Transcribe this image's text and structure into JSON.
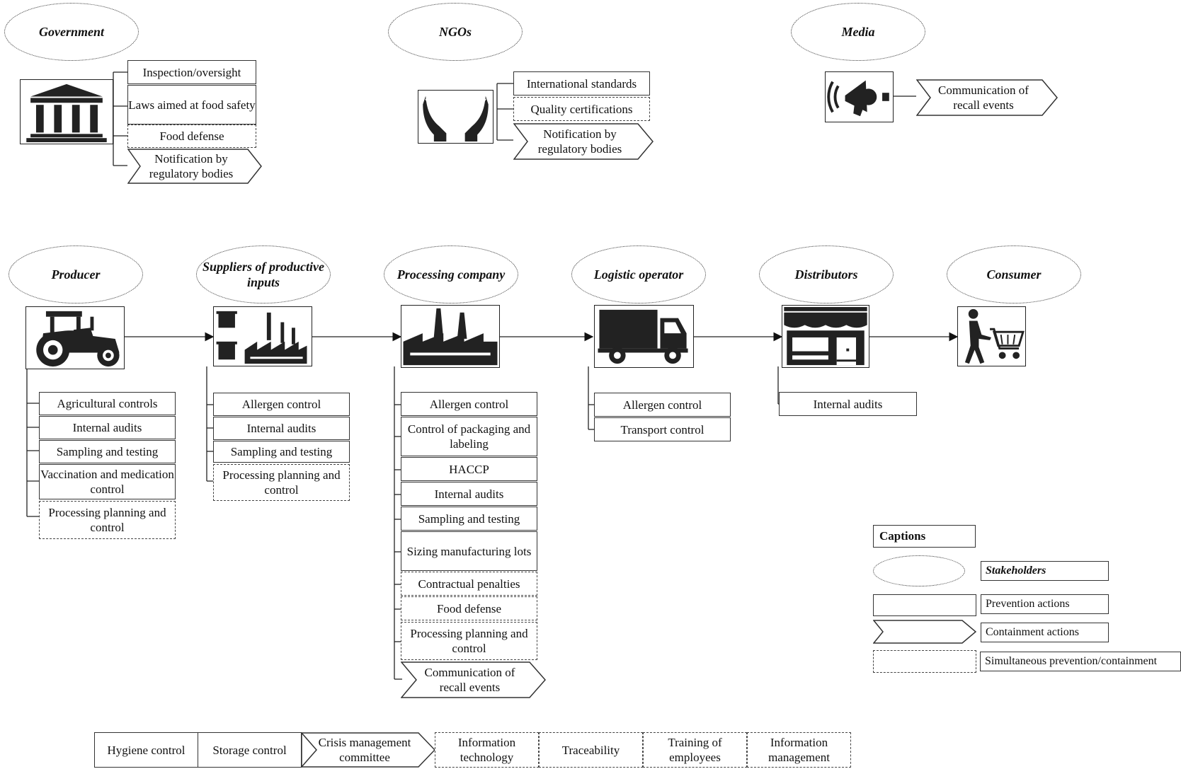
{
  "stakeholders": {
    "government": "Government",
    "ngos": "NGOs",
    "media": "Media",
    "producer": "Producer",
    "suppliers": "Suppliers of productive inputs",
    "processing": "Processing company",
    "logistic": "Logistic operator",
    "distributors": "Distributors",
    "consumer": "Consumer"
  },
  "government_actions": {
    "inspection": "Inspection/oversight",
    "laws": "Laws aimed at food safety",
    "food_defense": "Food defense",
    "notification": "Notification by regulatory bodies"
  },
  "ngo_actions": {
    "standards": "International standards",
    "certifications": "Quality certifications",
    "notification": "Notification by regulatory bodies"
  },
  "media_actions": {
    "communication": "Communication of recall events"
  },
  "producer_actions": {
    "agri": "Agricultural controls",
    "audits": "Internal audits",
    "sampling": "Sampling and testing",
    "vaccination": "Vaccination and medication control",
    "planning": "Processing planning and control"
  },
  "supplier_actions": {
    "allergen": "Allergen control",
    "audits": "Internal audits",
    "sampling": "Sampling and testing",
    "planning": "Processing planning and control"
  },
  "processing_actions": {
    "allergen": "Allergen control",
    "packaging": "Control of packaging and labeling",
    "haccp": "HACCP",
    "audits": "Internal audits",
    "sampling": "Sampling and testing",
    "sizing": "Sizing manufacturing lots",
    "penalties": "Contractual penalties",
    "food_defense": "Food defense",
    "planning": "Processing planning and control",
    "communication": "Communication of recall events"
  },
  "logistic_actions": {
    "allergen": "Allergen control",
    "transport": "Transport control"
  },
  "distributor_actions": {
    "audits": "Internal audits"
  },
  "general_actions": {
    "hygiene": "Hygiene control",
    "storage": "Storage control",
    "crisis": "Crisis management committee",
    "it": "Information technology",
    "traceability": "Traceability",
    "training": "Training of employees",
    "info_mgmt": "Information management"
  },
  "captions": {
    "title": "Captions",
    "stakeholders": "Stakeholders",
    "prevention": "Prevention actions",
    "containment": "Containment actions",
    "simultaneous": "Simultaneous prevention/containment"
  },
  "icons": {
    "government": "government-building-icon",
    "ngos": "hands-icon",
    "media": "megaphone-icon",
    "producer": "tractor-icon",
    "suppliers": "supplies-factory-icon",
    "processing": "factory-icon",
    "logistic": "truck-icon",
    "distributors": "store-icon",
    "consumer": "shopper-cart-icon"
  }
}
